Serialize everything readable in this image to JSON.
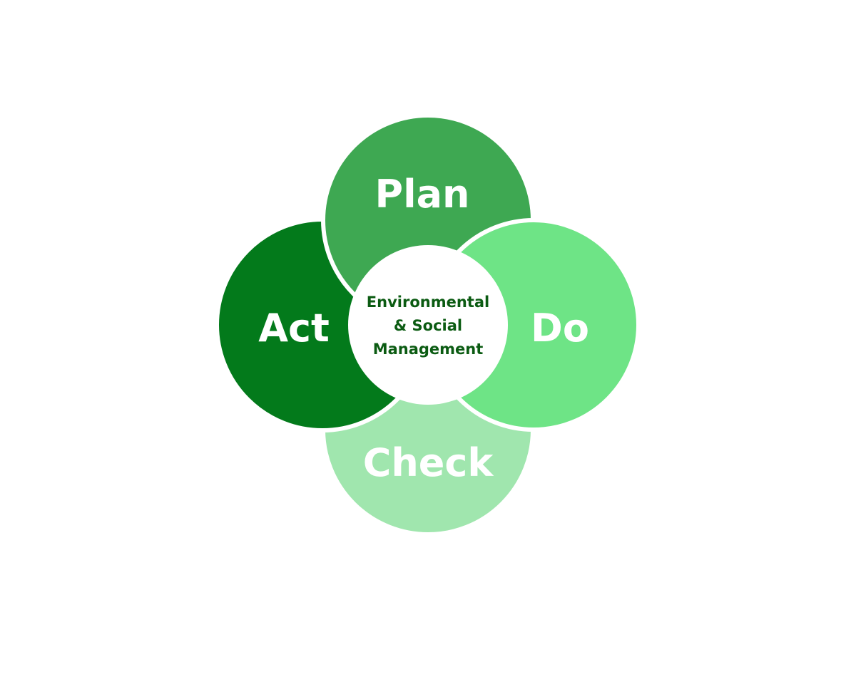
{
  "diagram": {
    "phases": {
      "plan": {
        "label": "Plan",
        "color": "#3ea852"
      },
      "do": {
        "label": "Do",
        "color": "#6ee486"
      },
      "check": {
        "label": "Check",
        "color": "#a0e6ae"
      },
      "act": {
        "label": "Act",
        "color": "#037a1b"
      }
    },
    "center": {
      "line1": "Environmental",
      "line2": "& Social",
      "line3": "Management",
      "text_color": "#0b5b12"
    },
    "ring_color": "#ffffff"
  }
}
